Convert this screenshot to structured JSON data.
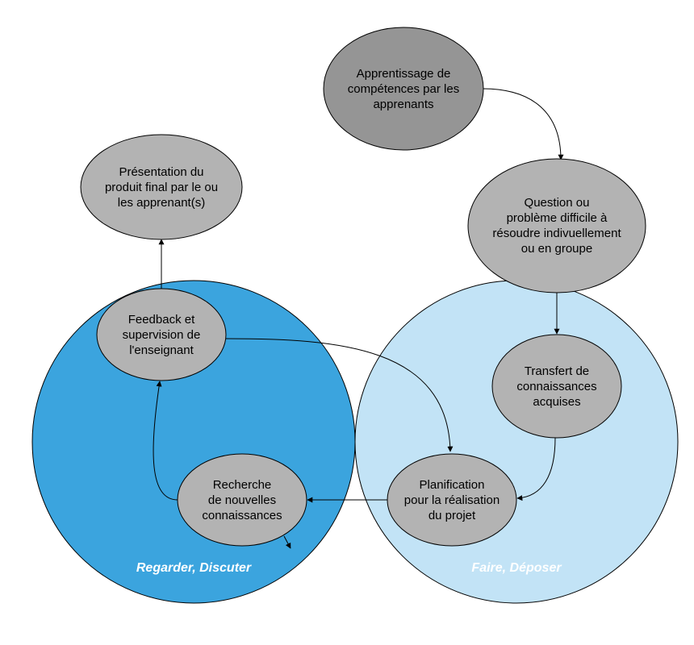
{
  "colors": {
    "zone_left": "#3ba4de",
    "zone_right": "#c2e3f6",
    "node_dark": "#959595",
    "node_light": "#b3b3b3",
    "edge": "#000000"
  },
  "zones": {
    "left": {
      "label": "Regarder, Discuter"
    },
    "right": {
      "label": "Faire, Déposer"
    }
  },
  "nodes": {
    "apprentissage": "Apprentissage de\ncompétences par les\napprenants",
    "question": "Question ou\nproblème difficile à\nrésoudre indivuellement\nou en groupe",
    "presentation": "Présentation du\nproduit final par le ou\nles apprenant(s)",
    "feedback": "Feedback et\nsupervision de\nl'enseignant",
    "transfert": "Transfert de\nconnaissances\nacquises",
    "planification": "Planification\npour la réalisation\ndu projet",
    "recherche": "Recherche\nde nouvelles\nconnaissances"
  },
  "edges": [
    {
      "from": "apprentissage",
      "to": "question"
    },
    {
      "from": "question",
      "to": "transfert"
    },
    {
      "from": "transfert",
      "to": "planification"
    },
    {
      "from": "planification",
      "to": "recherche"
    },
    {
      "from": "recherche",
      "to": "feedback"
    },
    {
      "from": "feedback",
      "to": "presentation"
    },
    {
      "from": "feedback",
      "to": "planification"
    }
  ]
}
